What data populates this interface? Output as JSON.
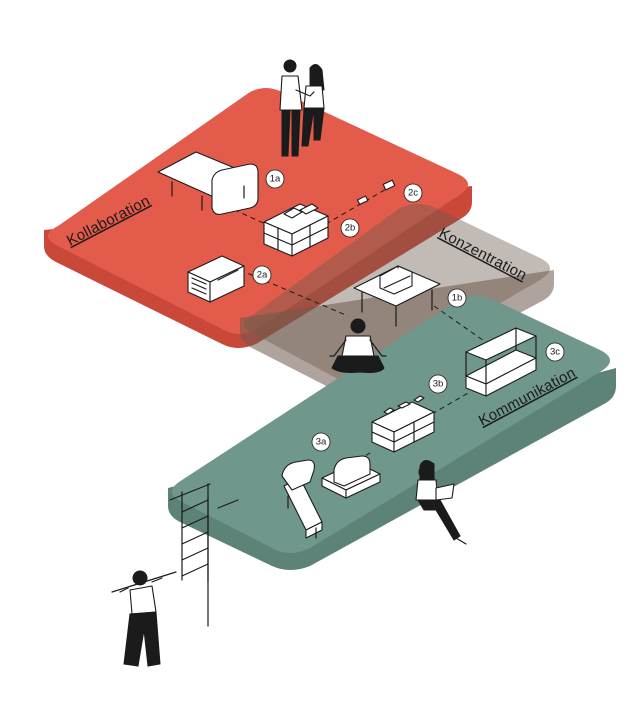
{
  "colors": {
    "kollaboration": "#e35b4b",
    "kollaboration_side": "#c9483a",
    "konzentration": "#6e5a4c",
    "kommunikation": "#6f978c",
    "kommunikation_side": "#5d8277",
    "ink": "#1b1b1b"
  },
  "zones": {
    "kollaboration": {
      "label": "Kollaboration"
    },
    "konzentration": {
      "label": "Konzentration"
    },
    "kommunikation": {
      "label": "Kommunikation"
    }
  },
  "badges": {
    "b1a": "1a",
    "b1b": "1b",
    "b2a": "2a",
    "b2b": "2b",
    "b2c": "2c",
    "b3a": "3a",
    "b3b": "3b",
    "b3c": "3c"
  },
  "icons": {
    "people_pair": "standing-couple-figure",
    "meditating": "meditating-person-figure",
    "laptop": "seated-person-with-laptop-figure",
    "stretching": "person-stretching-with-bar-figure",
    "ladder": "wall-ladder"
  }
}
